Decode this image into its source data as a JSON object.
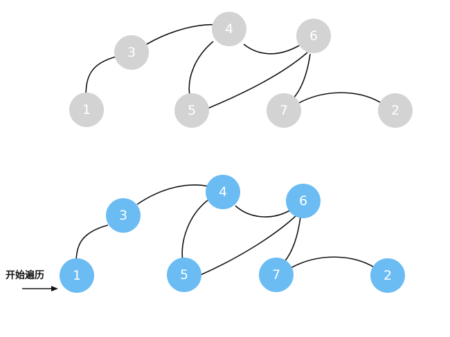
{
  "colors": {
    "unvisited_node": "#d3d3d3",
    "visited_node": "#6bbcf3",
    "edge": "#111111",
    "label_text": "#ffffff"
  },
  "graphs": [
    {
      "state": "unvisited",
      "nodes": [
        {
          "id": "1",
          "label": "1"
        },
        {
          "id": "3",
          "label": "3"
        },
        {
          "id": "4",
          "label": "4"
        },
        {
          "id": "6",
          "label": "6"
        },
        {
          "id": "5",
          "label": "5"
        },
        {
          "id": "7",
          "label": "7"
        },
        {
          "id": "2",
          "label": "2"
        }
      ],
      "edges": [
        [
          "1",
          "3"
        ],
        [
          "3",
          "4"
        ],
        [
          "4",
          "5"
        ],
        [
          "4",
          "6"
        ],
        [
          "5",
          "6"
        ],
        [
          "6",
          "7"
        ],
        [
          "7",
          "2"
        ]
      ]
    },
    {
      "state": "visited",
      "nodes": [
        {
          "id": "1",
          "label": "1"
        },
        {
          "id": "3",
          "label": "3"
        },
        {
          "id": "4",
          "label": "4"
        },
        {
          "id": "6",
          "label": "6"
        },
        {
          "id": "5",
          "label": "5"
        },
        {
          "id": "7",
          "label": "7"
        },
        {
          "id": "2",
          "label": "2"
        }
      ],
      "edges": [
        [
          "1",
          "3"
        ],
        [
          "3",
          "4"
        ],
        [
          "4",
          "5"
        ],
        [
          "4",
          "6"
        ],
        [
          "5",
          "6"
        ],
        [
          "6",
          "7"
        ],
        [
          "7",
          "2"
        ]
      ]
    }
  ],
  "start_annotation": {
    "text": "开始遍历",
    "target_node": "1"
  }
}
